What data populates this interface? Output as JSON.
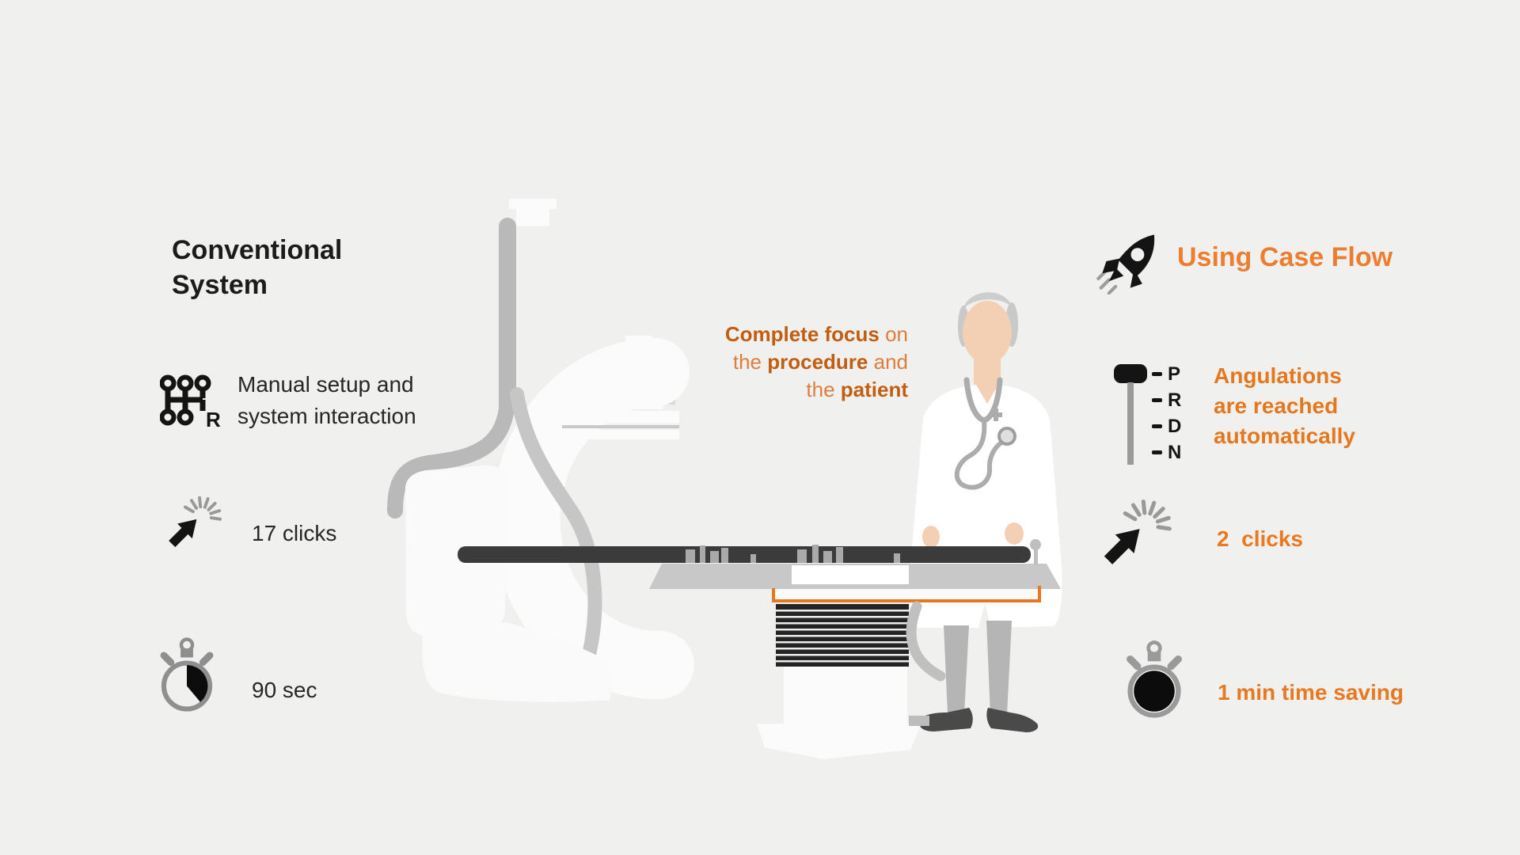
{
  "background_color": "#F0F0EE",
  "accent_orange": "#ED7D31",
  "conventional": {
    "title_line1": "Conventional",
    "title_line2": "System",
    "gear_r_label": "R",
    "manual_line1": "Manual setup and",
    "manual_line2": "system interaction",
    "clicks": "17 clicks",
    "time": "90 sec"
  },
  "center_caption": {
    "l1_bold": "Complete focus",
    "l1_rest": " on",
    "l2_pre": "the ",
    "l2_bold": "procedure",
    "l2_rest": " and",
    "l3_pre": "the ",
    "l3_bold": "patient"
  },
  "case_flow": {
    "title": "Using Case Flow",
    "lever_labels": [
      "P",
      "R",
      "D",
      "N"
    ],
    "benefit_line1": "Angulations",
    "benefit_line2": "are reached",
    "benefit_line3": "automatically",
    "clicks": "2  clicks",
    "time": "1 min time saving"
  },
  "icons": {
    "conventional": [
      "gearshift-manual-icon",
      "cursor-click-icon",
      "stopwatch-icon"
    ],
    "case_flow": [
      "rocket-icon",
      "gear-lever-automatic-icon",
      "cursor-click-icon",
      "stopwatch-icon"
    ],
    "center_illustration": [
      "c-arm-system",
      "patient-table",
      "doctor-figure"
    ]
  }
}
